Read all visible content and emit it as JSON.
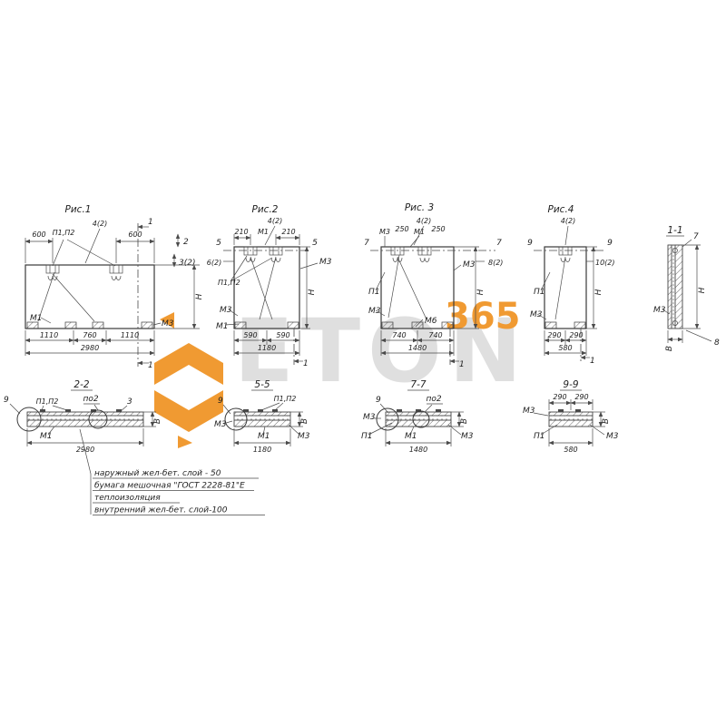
{
  "watermark": {
    "brand": "ETON",
    "number": "365",
    "accent": "#f09a32",
    "gray": "#dcdcdc"
  },
  "f1": {
    "title": "Рис.1",
    "d600l": "600",
    "p1p2": "П1,П2",
    "d42": "4(2)",
    "d600r": "600",
    "cut1_top": "1",
    "cut1_bot": "1",
    "cut2": "2",
    "cut3": "3(2)",
    "h": "Н",
    "m1": "М1",
    "m3": "М3",
    "d1": "1110",
    "d2": "760",
    "d3": "1110",
    "total": "2980"
  },
  "f2": {
    "title": "Рис.2",
    "d42": "4(2)",
    "d210l": "210",
    "m1top": "М1",
    "d210r": "210",
    "cut5l": "5",
    "cut5r": "5",
    "cut6": "6(2)",
    "m3r": "М3",
    "p1p2": "П1,П2",
    "m3l": "М3",
    "m1": "М1",
    "h": "Н",
    "d1": "590",
    "d2": "590",
    "total": "1180",
    "cut1": "1"
  },
  "f3": {
    "title": "Рис. 3",
    "m3top": "М3",
    "d250l": "250",
    "m1top": "М1",
    "d250r": "250",
    "d42": "4(2)",
    "cut7l": "7",
    "cut7r": "7",
    "cut8": "8(2)",
    "m3r": "М3",
    "p1": "П1",
    "m3l": "М3",
    "m6": "М6",
    "h": "Н",
    "d1": "740",
    "d2": "740",
    "total": "1480",
    "cut1": "1"
  },
  "f4": {
    "title": "Рис.4",
    "d42": "4(2)",
    "cut9l": "9",
    "cut9r": "9",
    "cut10": "10(2)",
    "p1": "П1",
    "m3": "М3",
    "h": "Н",
    "d1": "290",
    "d2": "290",
    "total": "580",
    "cut1": "1"
  },
  "s11": {
    "title": "1-1",
    "n7": "7",
    "h": "Н",
    "m3": "М3",
    "b": "В",
    "n8": "8"
  },
  "s22": {
    "title": "2-2",
    "n9": "9",
    "p1p2": "П1,П2",
    "po2": "по2",
    "n3": "3",
    "m1": "М1",
    "total": "2980",
    "b": "В"
  },
  "s55": {
    "title": "5-5",
    "n9": "9",
    "p1p2": "П1,П2",
    "m3l": "М3",
    "m1": "М1",
    "m3r": "М3",
    "total": "1180",
    "b": "В"
  },
  "s77": {
    "title": "7-7",
    "n9": "9",
    "po2": "по2",
    "m3l": "М3",
    "p1": "П1",
    "m1": "М1",
    "m3r": "М3",
    "total": "1480",
    "b": "В"
  },
  "s99": {
    "title": "9-9",
    "d1": "290",
    "d2": "290",
    "m3l": "М3",
    "p1": "П1",
    "m3r": "М3",
    "total": "580",
    "b": "В"
  },
  "notes": [
    "наружный жел-бет. слой - 50",
    "бумага мешочная \"ГОСТ 2228-81\"Е",
    "теплоизоляция",
    "внутренний жел-бет. слой-100"
  ]
}
